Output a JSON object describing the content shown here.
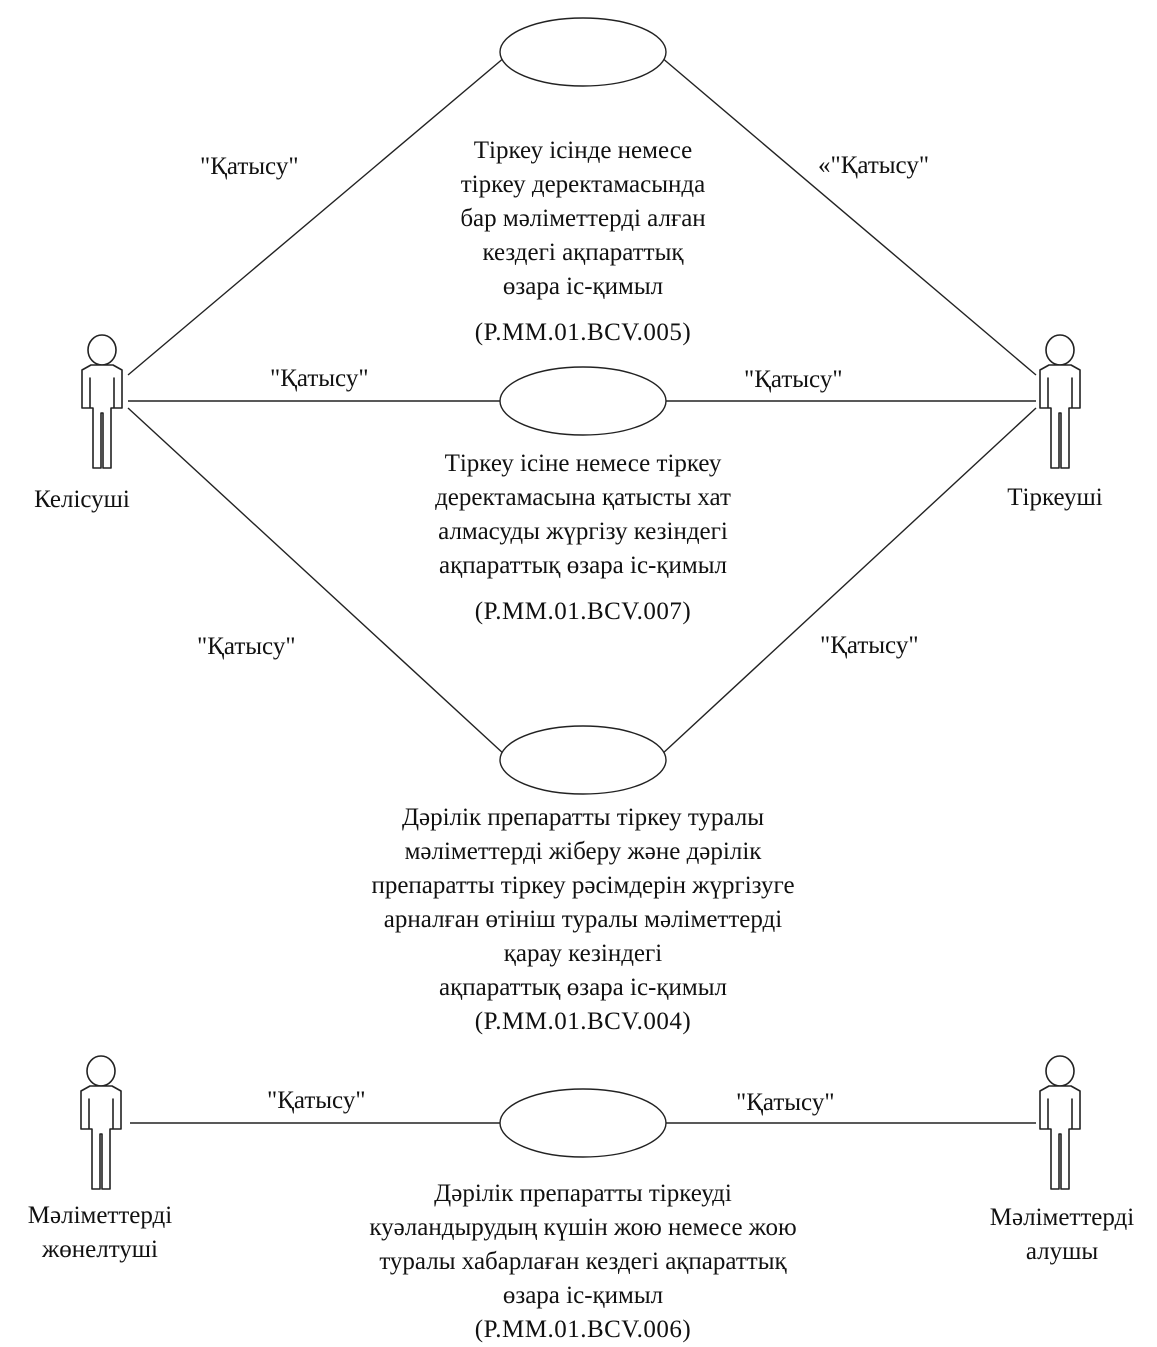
{
  "actors": {
    "applicant": {
      "name": "Келісуші"
    },
    "registrar": {
      "name": "Тіркеуші"
    },
    "sender": {
      "name_lines": [
        "Мәліметтерді",
        "жөнелтуші"
      ]
    },
    "receiver": {
      "name_lines": [
        "Мәліметтерді",
        "алушы"
      ]
    }
  },
  "use_cases": [
    {
      "lines": [
        "Тіркеу ісінде немесе",
        "тіркеу деректамасында",
        "бар мәліметтерді алған",
        "кездегі ақпараттық",
        "өзара іс-қимыл"
      ],
      "code": "(P.MM.01.BCV.005)"
    },
    {
      "lines": [
        "Тіркеу ісіне немесе тіркеу",
        "деректамасына қатысты хат",
        "алмасуды жүргізу кезіндегі",
        "ақпараттық өзара іс-қимыл"
      ],
      "code": "(P.MM.01.BCV.007)"
    },
    {
      "lines": [
        "Дәрілік препаратты тіркеу туралы",
        "мәліметтерді жіберу және дәрілік",
        "препаратты тіркеу рәсімдерін жүргізуге",
        "арналған өтініш туралы мәліметтерді",
        "қарау кезіндегі",
        "ақпараттық өзара іс-қимыл"
      ],
      "code": "(P.MM.01.BCV.004)"
    },
    {
      "lines": [
        "Дәрілік препаратты тіркеуді",
        "куәландырудың күшін жою немесе жою",
        "туралы хабарлаған кездегі ақпараттық",
        "өзара іс-қимыл"
      ],
      "code": "(P.MM.01.BCV.006)"
    }
  ],
  "associations": {
    "a1": "\"Қатысу\"",
    "a2": "«\"Қатысу\"",
    "a3": "\"Қатысу\"",
    "a4": "\"Қатысу\"",
    "a5": "\"Қатысу\"",
    "a6": "\"Қатысу\"",
    "a7": "\"Қатысу\"",
    "a8": "\"Қатысу\""
  }
}
